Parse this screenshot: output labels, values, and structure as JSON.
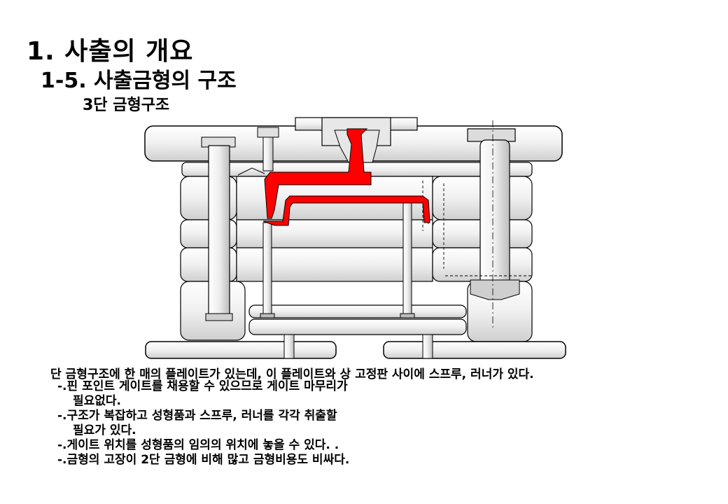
{
  "heading": {
    "title": "1. 사출의 개요",
    "subtitle": "1-5. 사출금형의 구조",
    "subsubtitle": "3단 금형구조"
  },
  "diagram": {
    "colors": {
      "plate_fill": "#f2f2f2",
      "plate_stroke": "#000000",
      "runner": "#ff0000",
      "shadow": "#9a9a9a"
    }
  },
  "description": {
    "intro": "단 금형구조에 한 매의 플레이트가 있는데, 이 플레이트와 상 고정판 사이에 스프루, 러너가 있다.",
    "bullets": [
      {
        "line1": "-.핀 포인트 게이트를 채용할 수 있으므로 게이트 마무리가",
        "line2": "필요없다."
      },
      {
        "line1": "-.구조가 복잡하고 성형품과 스프루, 러너를 각각 취출할",
        "line2": "필요가 있다."
      },
      {
        "line1": "-.게이트 위치를 성형품의 임의의 위치에 놓을 수 있다. .",
        "line2": ""
      },
      {
        "line1": "-.금형의 고장이 2단 금형에 비해 많고 금형비용도 비싸다.",
        "line2": ""
      }
    ]
  }
}
